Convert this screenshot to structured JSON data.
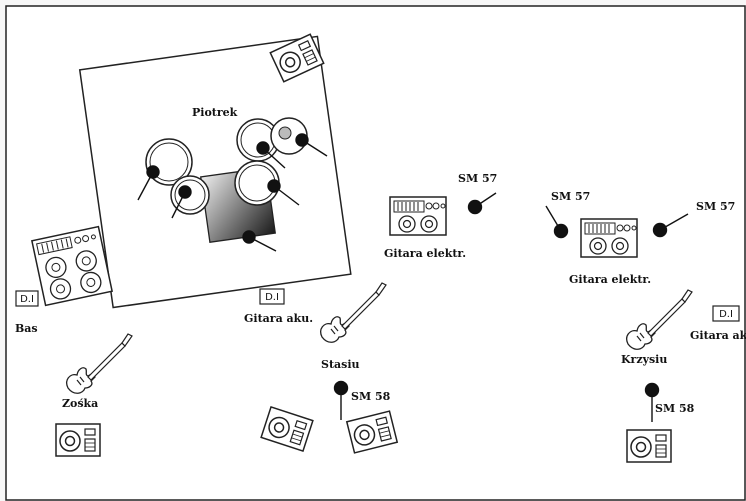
{
  "labels": {
    "drummer": "Piotrek",
    "bass_player": "Zośka",
    "acoustic_player": "Stasiu",
    "electric_player": "Krzysiu",
    "bass": "Bas",
    "acoustic_left": "Gitara aku.",
    "acoustic_right": "Gitara aku.",
    "amp_left": "Gitara elektr.",
    "amp_right": "Gitara elektr.",
    "sm57_a": "SM 57",
    "sm57_b": "SM 57",
    "sm57_c": "SM 57",
    "sm58_a": "SM 58",
    "sm58_b": "SM 58",
    "di_a": "D.I",
    "di_b": "D.I",
    "di_c": "D.I"
  }
}
